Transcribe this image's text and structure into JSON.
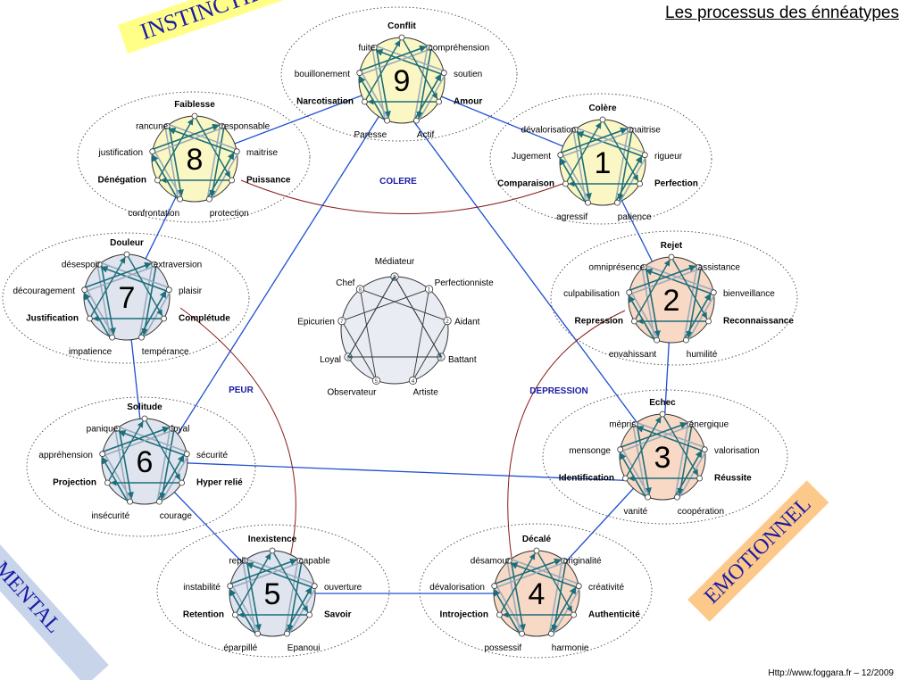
{
  "title": "Les processus des énnéatypes",
  "footer": "Http://www.foggara.fr  –  12/2009",
  "centers": {
    "instinctif": "INSTINCTIF",
    "mental": "MENTAL",
    "emotionnel": "EMOTIONNEL"
  },
  "passions": {
    "colere": "COLERE",
    "peur": "PEUR",
    "depression": "DEPRESSION"
  },
  "colors": {
    "instinct_fill": "#fbf7c4",
    "mental_fill": "#dfe4ef",
    "emotion_fill": "#f8d9c6",
    "center_fill": "#e9ecf3",
    "ring_line": "#1e4fd0",
    "cross_line": "#8b1a1a",
    "arrow": "#1c6f7a",
    "passion_text": "#1a1aa6"
  },
  "types": [
    {
      "num": "9",
      "group": "instinct",
      "words": [
        "Conflit",
        "compréhension",
        "soutien",
        "Amour",
        "Actif",
        "Paresse",
        "Narcotisation",
        "bouillonement",
        "fuite"
      ]
    },
    {
      "num": "1",
      "group": "instinct",
      "words": [
        "Colère",
        "maitrise",
        "rigueur",
        "Perfection",
        "patience",
        "agressif",
        "Comparaison",
        "Jugement",
        "dévalorisation"
      ]
    },
    {
      "num": "2",
      "group": "emotion",
      "words": [
        "Rejet",
        "assistance",
        "bienveillance",
        "Reconnaissance",
        "humilité",
        "envahissant",
        "Repression",
        "culpabilisation",
        "omniprésence"
      ]
    },
    {
      "num": "3",
      "group": "emotion",
      "words": [
        "Echec",
        "énergique",
        "valorisation",
        "Réussite",
        "coopération",
        "vanité",
        "Identification",
        "mensonge",
        "mépris"
      ]
    },
    {
      "num": "4",
      "group": "emotion",
      "words": [
        "Décalé",
        "originalité",
        "créativité",
        "Authenticité",
        "harmonie",
        "possessif",
        "Introjection",
        "dévalorisation",
        "désamour"
      ]
    },
    {
      "num": "5",
      "group": "mental",
      "words": [
        "Inexistence",
        "capable",
        "ouverture",
        "Savoir",
        "Epanoui",
        "éparpillé",
        "Retention",
        "instabilité",
        "repli"
      ]
    },
    {
      "num": "6",
      "group": "mental",
      "words": [
        "Solitude",
        "loyal",
        "sécurité",
        "Hyper relié",
        "courage",
        "insécurité",
        "Projection",
        "appréhension",
        "panique"
      ]
    },
    {
      "num": "7",
      "group": "mental",
      "words": [
        "Douleur",
        "extraversion",
        "plaisir",
        "Complétude",
        "tempérance",
        "impatience",
        "Justification",
        "découragement",
        "désespoir"
      ]
    },
    {
      "num": "8",
      "group": "instinct",
      "words": [
        "Faiblesse",
        "responsable",
        "maitrise",
        "Puissance",
        "protection",
        "confrontation",
        "Dénégation",
        "justification",
        "rancune"
      ]
    }
  ],
  "center_enneagram": {
    "names": [
      "Médiateur",
      "Perfectionniste",
      "Aidant",
      "Battant",
      "Artiste",
      "Observateur",
      "Loyal",
      "Epicurien",
      "Chef"
    ]
  }
}
